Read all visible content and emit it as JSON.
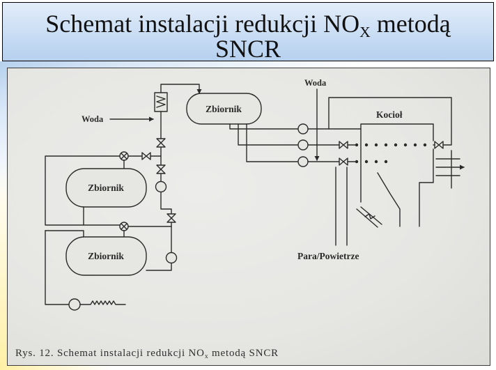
{
  "slide": {
    "title": {
      "pre": "Schemat instalacji redukcji NO",
      "sub": "X",
      "post": " metodą",
      "line2": "SNCR"
    }
  },
  "figure": {
    "labels": {
      "water_left": "Woda",
      "tank_top": "Zbiornik",
      "tank_middle": "Zbiornik",
      "tank_bottom": "Zbiornik",
      "water_right": "Woda",
      "boiler": "Kocioł",
      "steam_air": "Para/Powietrze"
    },
    "caption": {
      "pre": "Rys. 12. Schemat instalacji redukcji NO",
      "sub": "x",
      "post": " metodą SNCR"
    }
  },
  "colors": {
    "title_background": "#c9ddf4",
    "paper": "#e6e6e3",
    "ink": "#2a2a2a"
  }
}
